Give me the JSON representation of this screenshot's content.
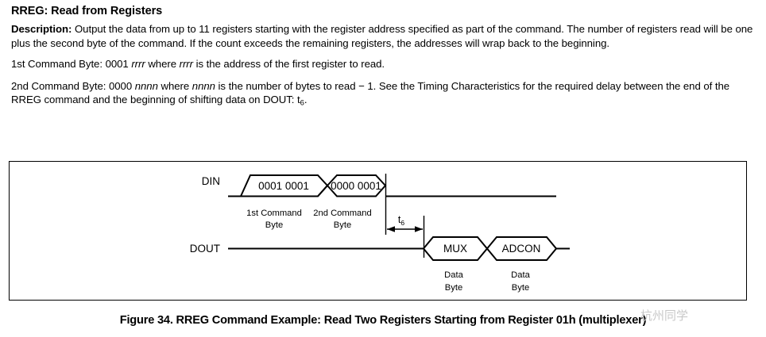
{
  "document": {
    "heading": "RREG: Read from Registers",
    "description_label": "Description:",
    "description_text": " Output the data from up to 11 registers starting with the register address specified as part of the command. The number of registers read will be one plus the second byte of the command. If the count exceeds the remaining registers, the addresses will wrap back to the beginning.",
    "cmd1": {
      "prefix": "1st Command Byte: 0001 ",
      "italic1": "rrrr",
      "mid": " where ",
      "italic2": "rrrr",
      "suffix": " is the address of the first register to read."
    },
    "cmd2": {
      "prefix": "2nd Command Byte: 0000 ",
      "italic1": "nnnn",
      "mid": " where ",
      "italic2": "nnnn",
      "suffix": " is the number of bytes to read − 1. See the Timing Characteristics for the required delay between the end of the RREG command and the beginning of shifting data on DOUT: t",
      "sub": "6",
      "end": "."
    }
  },
  "figure": {
    "signals": {
      "din_label": "DIN",
      "dout_label": "DOUT"
    },
    "din_bytes": [
      {
        "value": "0001 0001",
        "caption_line1": "1st Command",
        "caption_line2": "Byte"
      },
      {
        "value": "0000 0001",
        "caption_line1": "2nd Command",
        "caption_line2": "Byte"
      }
    ],
    "dout_bytes": [
      {
        "value": "MUX",
        "caption_line1": "Data",
        "caption_line2": "Byte"
      },
      {
        "value": "ADCON",
        "caption_line1": "Data",
        "caption_line2": "Byte"
      }
    ],
    "timing": {
      "label": "t",
      "subscript": "6"
    },
    "line_color": "#000000"
  },
  "caption": {
    "text": "Figure 34. RREG Command Example: Read Two Registers Starting from Register 01h (multiplexer)"
  },
  "watermark": {
    "text": "杭州同学"
  }
}
